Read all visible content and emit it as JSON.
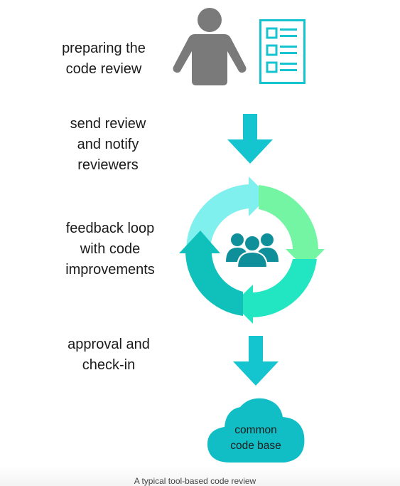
{
  "steps": [
    {
      "label": "preparing the\ncode review",
      "icon": "person-with-document"
    },
    {
      "label": "send review\nand notify\n reviewers",
      "icon": "down-arrow"
    },
    {
      "label": "feedback loop\nwith code\nimprovements",
      "icon": "circular-arrows-with-group"
    },
    {
      "label": "approval and\ncheck-in",
      "icon": "down-arrow"
    }
  ],
  "cloud": {
    "label": "common\ncode base",
    "icon": "cloud"
  },
  "caption": "A typical tool-based code review",
  "colors": {
    "person": "#7a7a7a",
    "teal": "#14c4cf",
    "cloud": "#12bec6",
    "loop_light": "#7ff0ee",
    "loop_green": "#74f5a4",
    "loop_mint": "#22e6c2",
    "loop_dark": "#10c0ba",
    "group": "#0e8f99"
  }
}
